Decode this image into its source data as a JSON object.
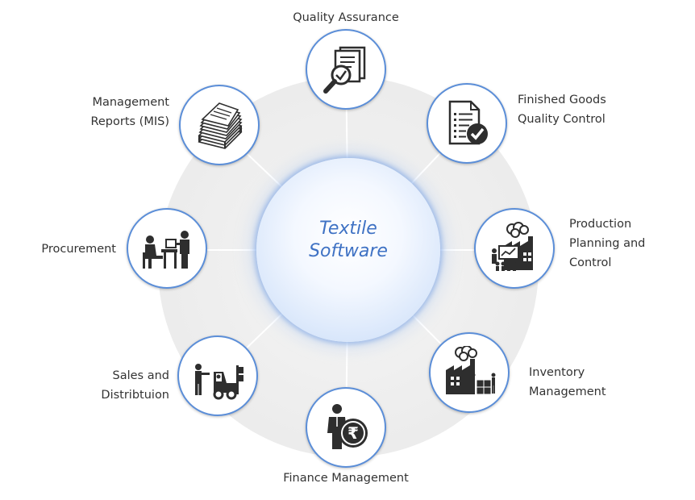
{
  "center": {
    "line1": "Textile",
    "line2": "Software"
  },
  "nodes": {
    "quality_assurance": {
      "line1": "Quality Assurance",
      "icon": "magnifier-checklist-icon"
    },
    "finished_goods": {
      "line1": "Finished Goods",
      "line2": "Quality Control",
      "icon": "document-check-icon"
    },
    "production": {
      "line1": "Production",
      "line2": "Planning and",
      "line3": "Control",
      "icon": "factory-presentation-icon"
    },
    "inventory": {
      "line1": "Inventory",
      "line2": "Management",
      "icon": "factory-warehouse-icon"
    },
    "finance": {
      "line1": "Finance Management",
      "icon": "rupee-coin-person-icon"
    },
    "sales": {
      "line1": "Sales and",
      "line2": "Distribtuion",
      "icon": "forklift-delivery-icon"
    },
    "procurement": {
      "line1": "Procurement",
      "icon": "desk-meeting-icon"
    },
    "reports": {
      "line1": "Management",
      "line2": "Reports (MIS)",
      "icon": "paper-stack-icon"
    }
  },
  "colors": {
    "accent": "#5b8ed8",
    "center_text": "#3f72c4",
    "icon": "#2e2e2e",
    "ring": "#ececec"
  }
}
